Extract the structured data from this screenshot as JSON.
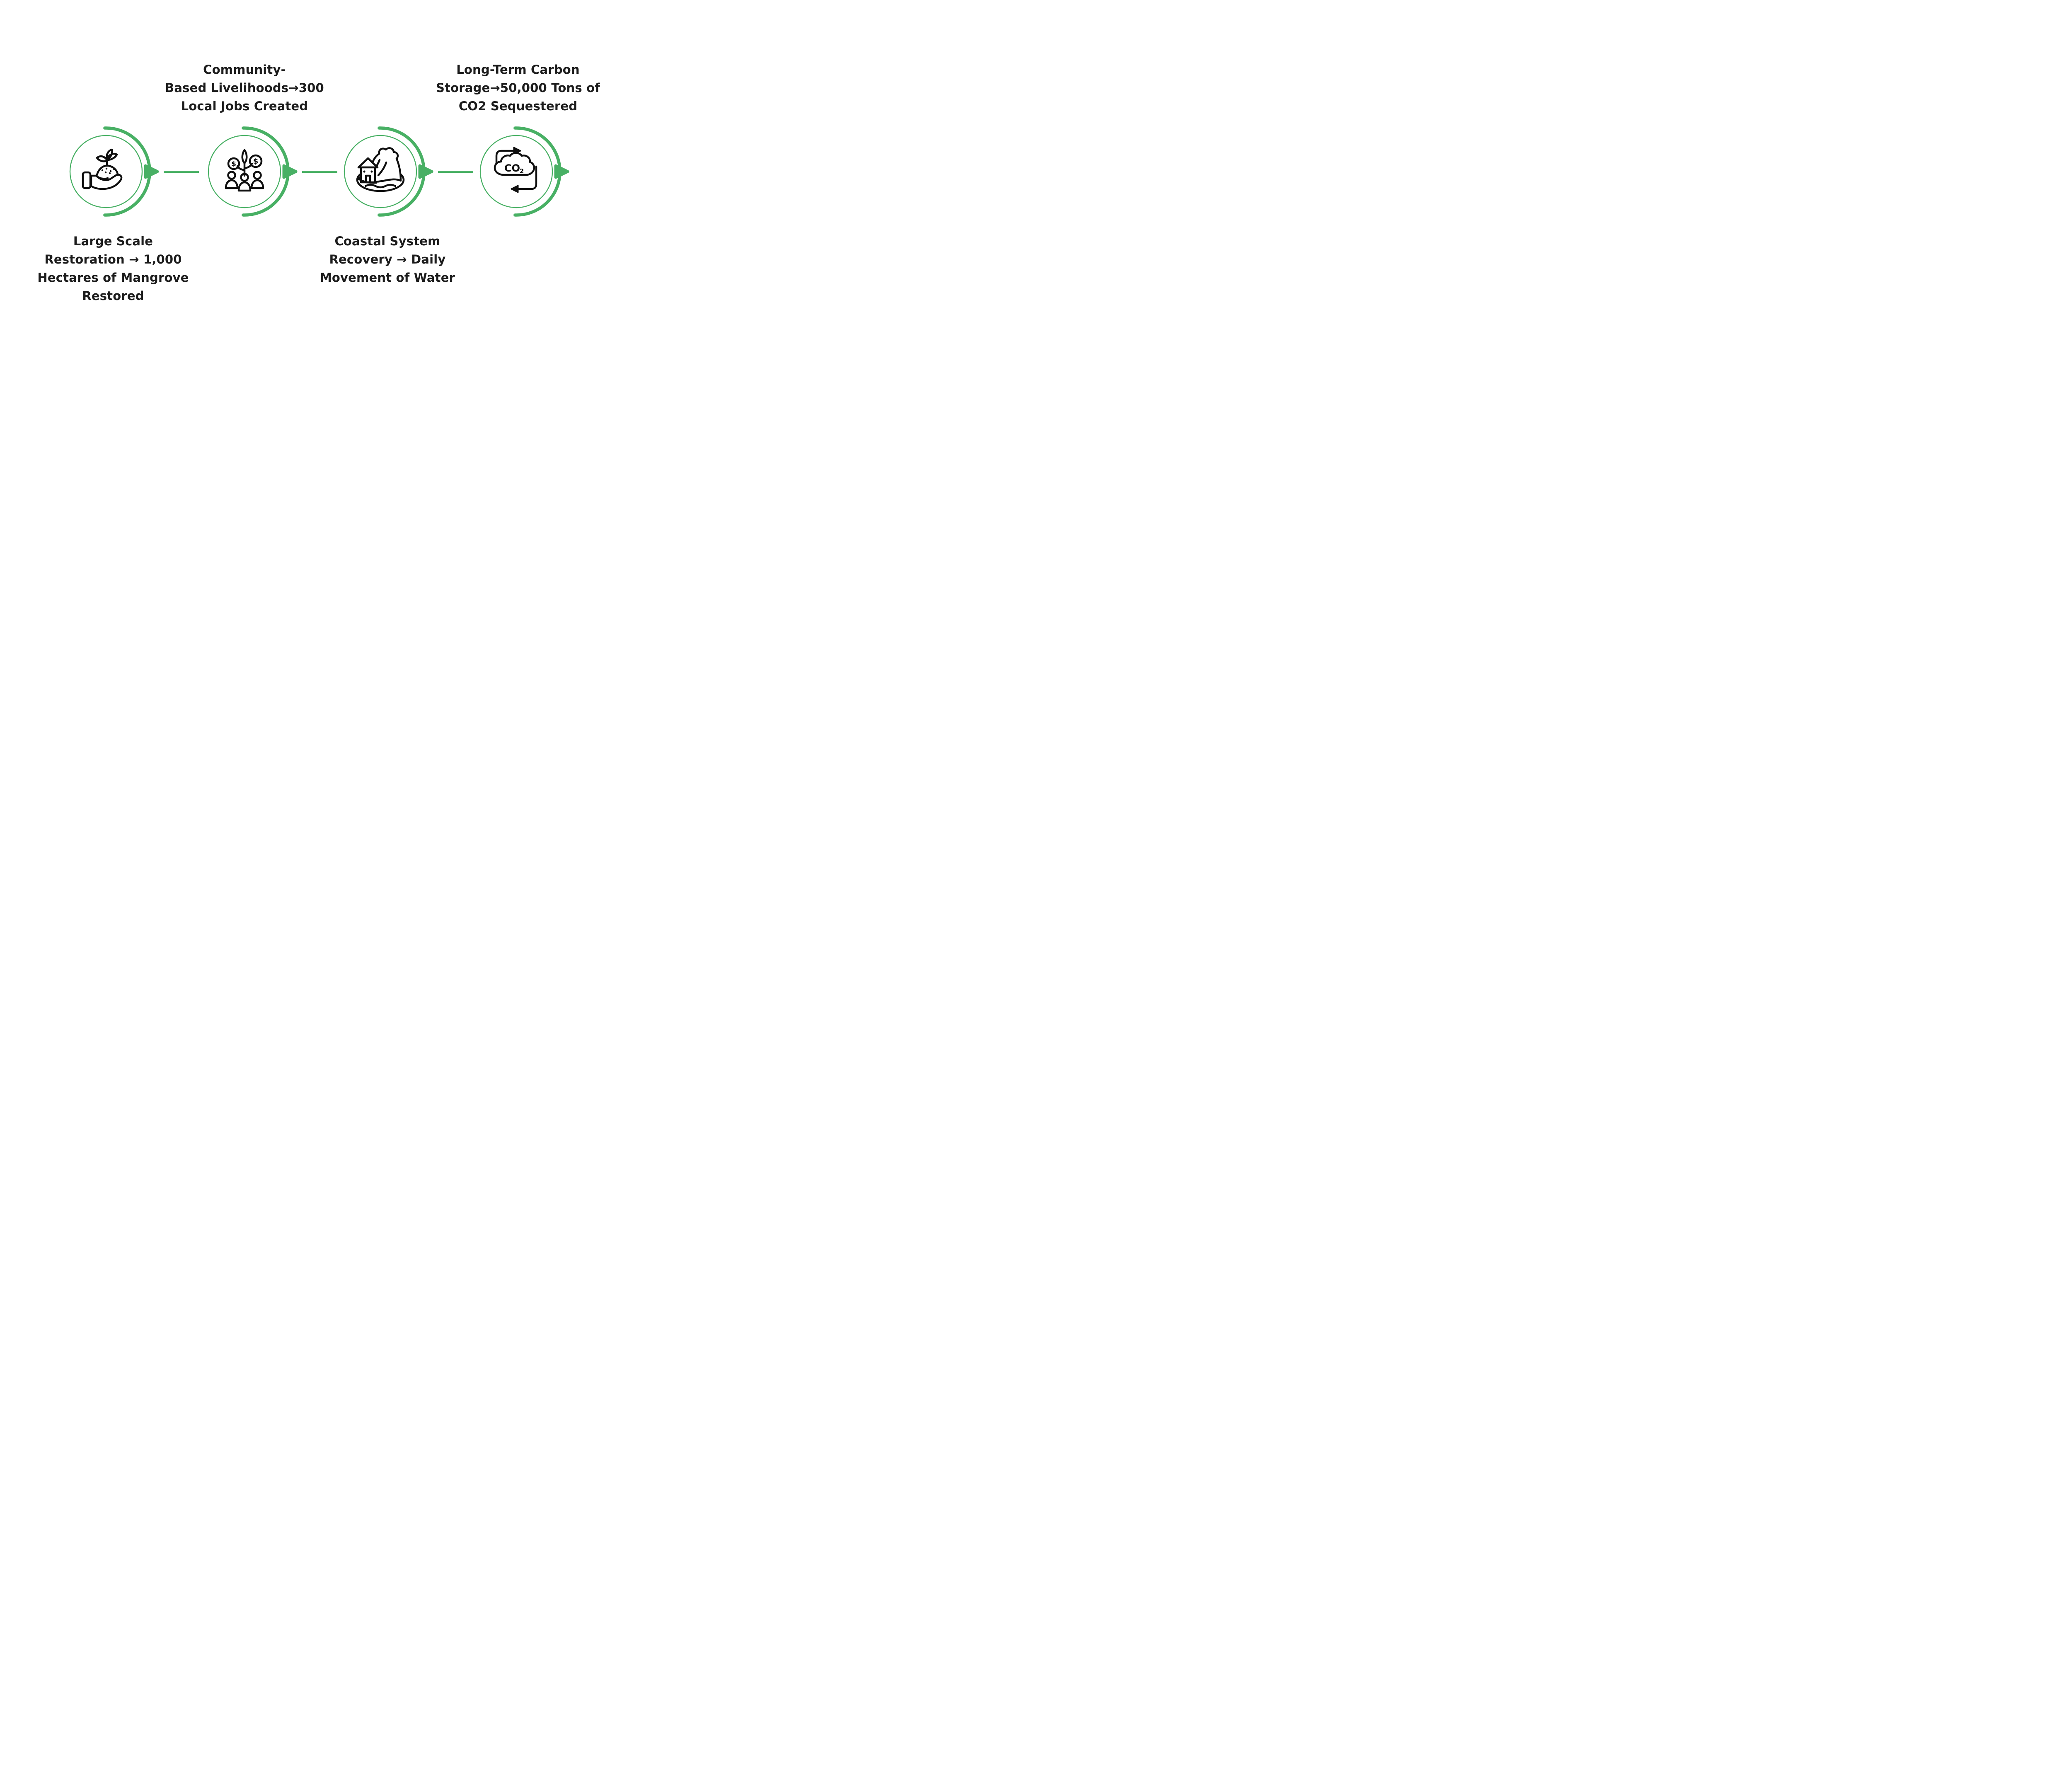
{
  "page": {
    "background": "#ffffff",
    "kind": "process-flow-infographic"
  },
  "theme": {
    "accent_green": "#48b064",
    "icon_black": "#0f0f0f",
    "text_color": "#1c1c1c"
  },
  "icon_labels": {
    "dollar": "$",
    "co2_main": "CO",
    "co2_sub": "2"
  },
  "steps": [
    {
      "id": 1,
      "icon": "seedling-in-hand",
      "label_position": "below",
      "lines": [
        "Large Scale",
        "Restoration → 1,000",
        "Hectares of Mangrove",
        "Restored"
      ]
    },
    {
      "id": 2,
      "icon": "community-livelihoods",
      "label_position": "above",
      "lines": [
        "Community-",
        "Based Livelihoods→300",
        "Local Jobs Created"
      ]
    },
    {
      "id": 3,
      "icon": "coastal-house-wave",
      "label_position": "below",
      "lines": [
        "Coastal System",
        "Recovery → Daily",
        "Movement of Water"
      ]
    },
    {
      "id": 4,
      "icon": "co2-cycle",
      "label_position": "above",
      "lines": [
        "Long-Term Carbon",
        "Storage→50,000 Tons of",
        "CO2 Sequestered"
      ]
    }
  ]
}
